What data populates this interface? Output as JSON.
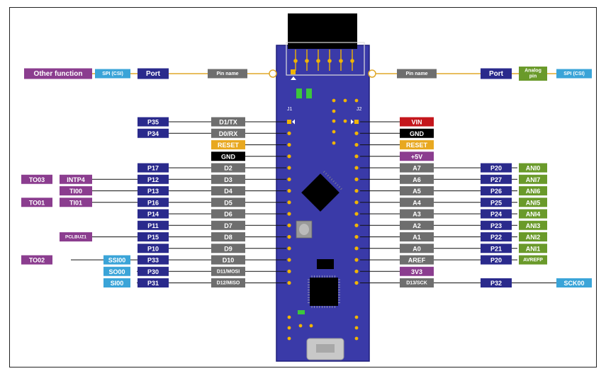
{
  "legend": {
    "left": [
      "Other function",
      "SPI (CSI)",
      "Port",
      "Pin name"
    ],
    "right": [
      "Pin name",
      "Port",
      "Analog pin",
      "SPI (CSI)"
    ]
  },
  "board": {
    "j1": "J1",
    "j2": "J2"
  },
  "left_rows": [
    {
      "port": "P35",
      "pin": "D1/TX"
    },
    {
      "port": "P34",
      "pin": "D0/RX"
    },
    {
      "port": "",
      "pin": "RESET"
    },
    {
      "port": "",
      "pin": "GND"
    },
    {
      "port": "P17",
      "pin": "D2"
    },
    {
      "port": "P12",
      "pin": "D3",
      "other": "INTP4",
      "other2": "TO03"
    },
    {
      "port": "P13",
      "pin": "D4",
      "other": "TI00"
    },
    {
      "port": "P16",
      "pin": "D5",
      "other": "TI01",
      "other2": "TO01"
    },
    {
      "port": "P14",
      "pin": "D6"
    },
    {
      "port": "P11",
      "pin": "D7"
    },
    {
      "port": "P15",
      "pin": "D8",
      "other": "PCLBUZ1"
    },
    {
      "port": "P10",
      "pin": "D9"
    },
    {
      "port": "P33",
      "pin": "D10",
      "spi": "SSI00",
      "other2": "TO02"
    },
    {
      "port": "P30",
      "pin": "D11/MOSI",
      "spi": "SO00"
    },
    {
      "port": "P31",
      "pin": "D12/MISO",
      "spi": "SI00"
    }
  ],
  "right_rows": [
    {
      "pin": "VIN",
      "port": ""
    },
    {
      "pin": "GND",
      "port": ""
    },
    {
      "pin": "RESET",
      "port": ""
    },
    {
      "pin": "+5V",
      "port": ""
    },
    {
      "pin": "A7",
      "port": "P20",
      "analog": "ANI0"
    },
    {
      "pin": "A6",
      "port": "P27",
      "analog": "ANI7"
    },
    {
      "pin": "A5",
      "port": "P26",
      "analog": "ANI6"
    },
    {
      "pin": "A4",
      "port": "P25",
      "analog": "ANI5"
    },
    {
      "pin": "A3",
      "port": "P24",
      "analog": "ANI4"
    },
    {
      "pin": "A2",
      "port": "P23",
      "analog": "ANI3"
    },
    {
      "pin": "A1",
      "port": "P22",
      "analog": "ANI2"
    },
    {
      "pin": "A0",
      "port": "P21",
      "analog": "ANI1"
    },
    {
      "pin": "AREF",
      "port": "P20",
      "analog": "AVREFP"
    },
    {
      "pin": "3V3",
      "port": ""
    },
    {
      "pin": "D13/SCK",
      "port": "P32",
      "spi": "SCK00"
    }
  ],
  "colors": {
    "port": "#2a2a8c",
    "pin": "#6e6e6e",
    "other": "#8b3d8f",
    "spi": "#3aa4d8",
    "analog": "#6a9a2a",
    "reset": "#e8a820",
    "gnd": "#000000",
    "vin": "#c4161c",
    "plus5v": "#8b3d8f",
    "v3v3": "#8b3d8f",
    "legend_line": "#e0a82a",
    "board": "#3a3aa8",
    "board_border": "#1e1e7a",
    "pad": "#f0b400"
  }
}
